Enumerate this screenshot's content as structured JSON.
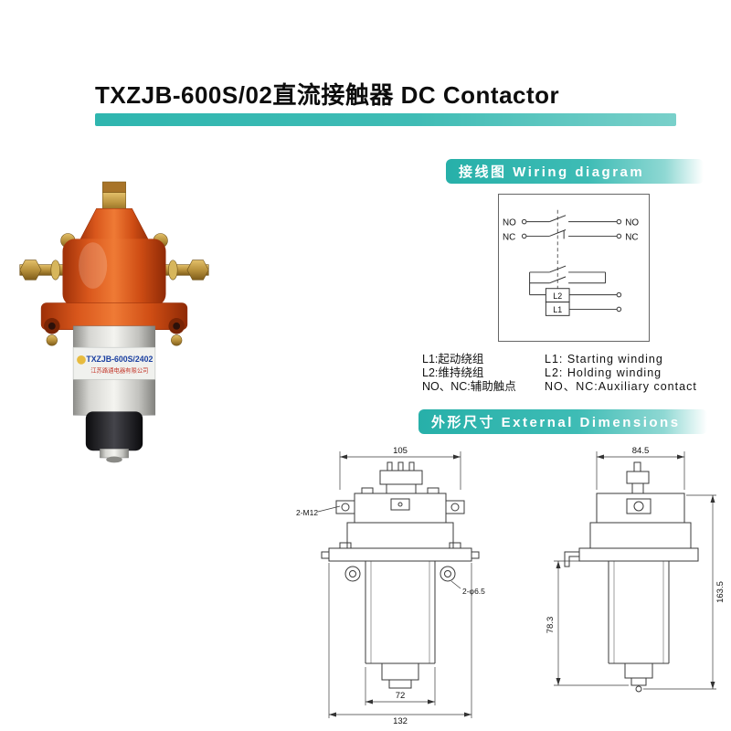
{
  "colors": {
    "accent": "#2db4ad",
    "body_orange": "#d9571c",
    "label_blue": "#1a3fa0",
    "label_red": "#c23326"
  },
  "header": {
    "title": "TXZJB-600S/02直流接触器 DC Contactor"
  },
  "product": {
    "label_model": "TXZJB-600S/2402",
    "label_company": "江苏路通电器有限公司"
  },
  "wiring": {
    "badge": "接线图 Wiring diagram",
    "labels": {
      "no_l": "NO",
      "nc_l": "NC",
      "no_r": "NO",
      "nc_r": "NC",
      "l2": "L2",
      "l1": "L1"
    },
    "legend": [
      {
        "cn": "L1:起动绕组",
        "en": "L1: Starting winding"
      },
      {
        "cn": "L2:维持绕组",
        "en": "L2: Holding winding"
      },
      {
        "cn": "NO、NC:辅助触点",
        "en": "NO、NC:Auxiliary contact"
      }
    ]
  },
  "dimensions": {
    "badge": "外形尺寸 External Dimensions",
    "front": {
      "width_top": "105",
      "bolt": "2-M12",
      "hole": "2-φ6.5",
      "width_inner": "72",
      "width_base": "132"
    },
    "side": {
      "width_top": "84.5",
      "height_total": "163.5",
      "height_lower": "78.3"
    }
  }
}
